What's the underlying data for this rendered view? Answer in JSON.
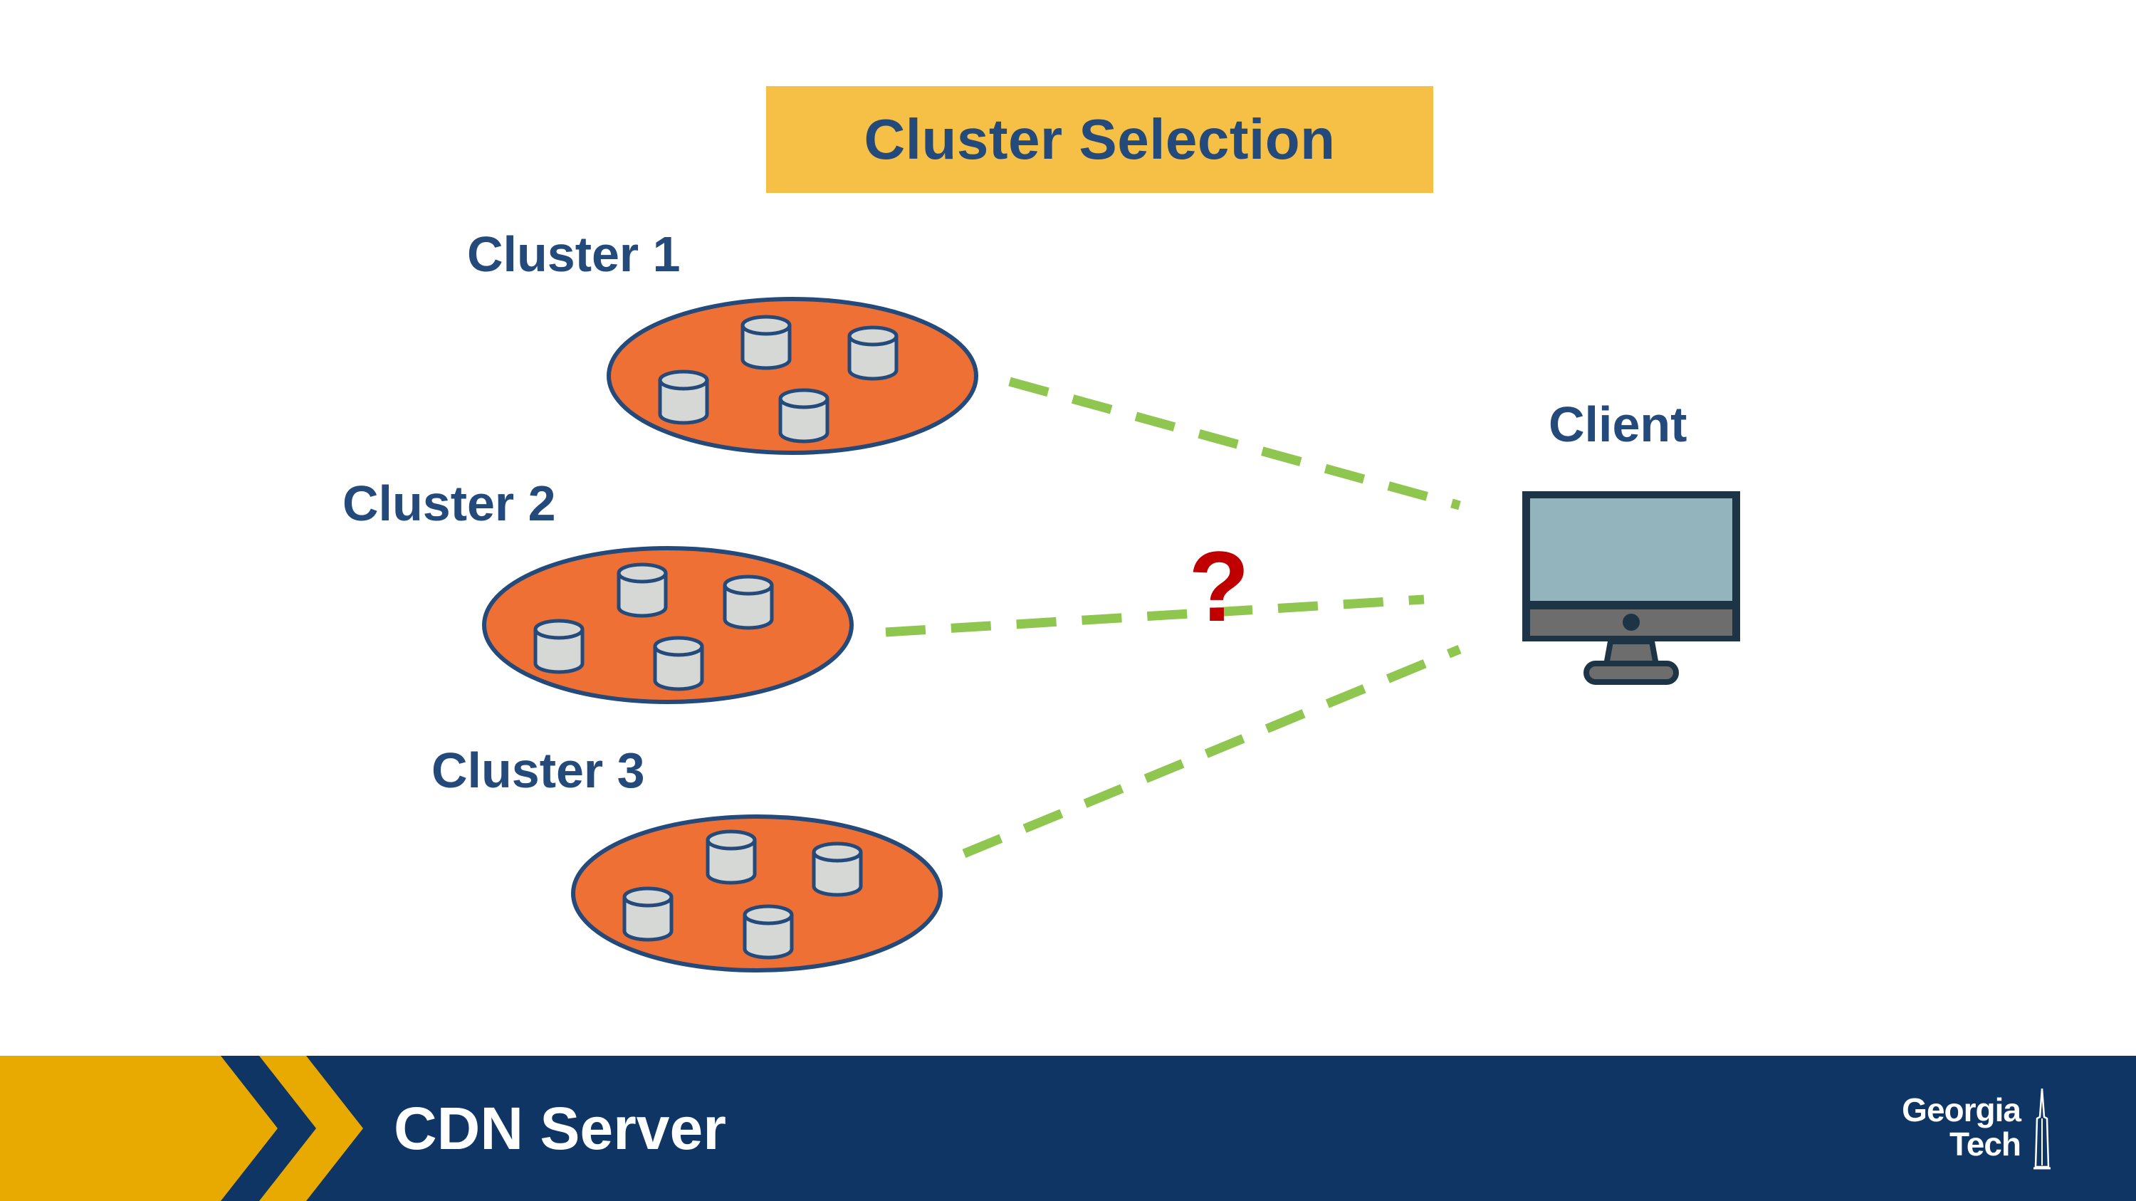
{
  "slide": {
    "title": "Cluster Selection",
    "clusters": [
      {
        "label": "Cluster 1"
      },
      {
        "label": "Cluster 2"
      },
      {
        "label": "Cluster 3"
      }
    ],
    "client_label": "Client",
    "question_mark": "?"
  },
  "footer": {
    "title": "CDN Server",
    "logo_line1": "Georgia",
    "logo_line2": "Tech"
  },
  "colors": {
    "title_bg": "#f5c045",
    "text_blue": "#234a7a",
    "cluster_fill": "#ef7035",
    "server_fill": "#d5d8d5",
    "dashed_line": "#8ec64f",
    "question": "#c00000",
    "footer_bg": "#0e3563",
    "footer_gold": "#e8a900"
  },
  "icons": [
    "server-icon",
    "monitor-icon",
    "georgia-tech-logo",
    "chevron-arrow-icon"
  ]
}
